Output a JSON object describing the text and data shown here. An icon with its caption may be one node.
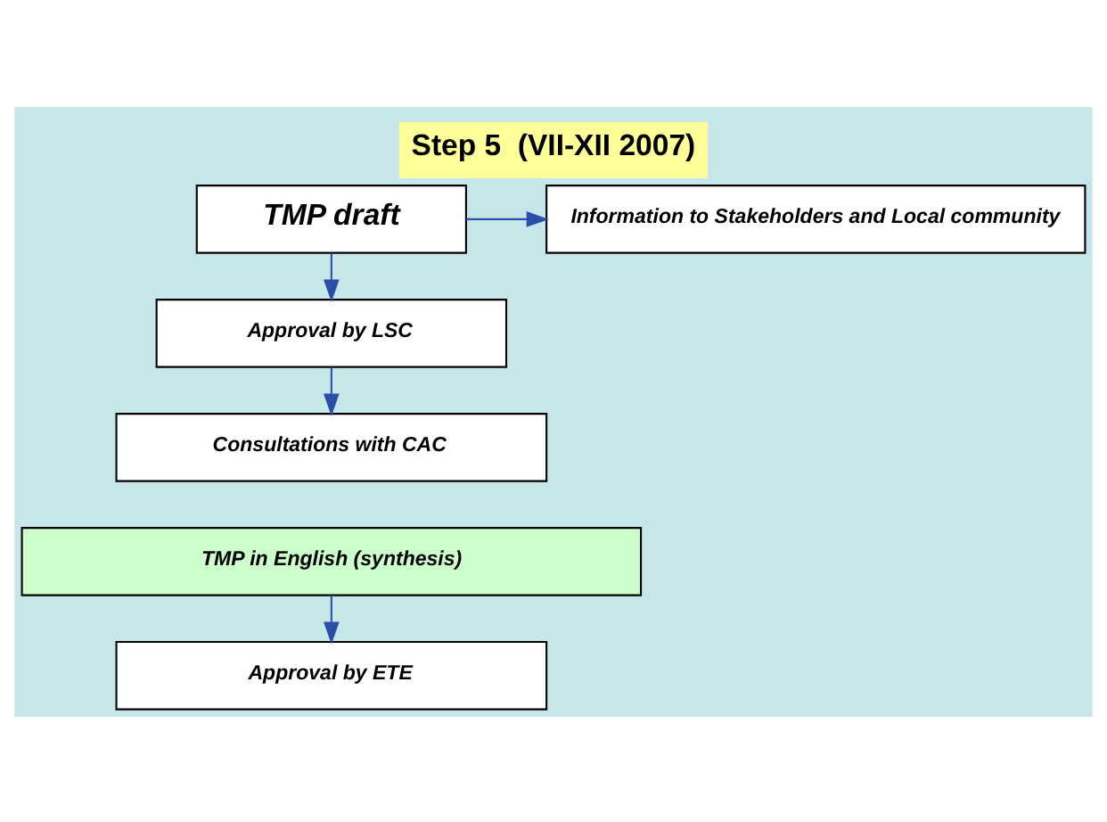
{
  "diagram": {
    "title": "Step 5  (VII-XII 2007)",
    "nodes": [
      {
        "text": [
          "TMP draft"
        ]
      },
      {
        "text": [
          "Information to Stakeholders and Local community"
        ]
      },
      {
        "text": [
          "Approval by LSC"
        ]
      },
      {
        "text": [
          "Consultations with CAC"
        ]
      },
      {
        "text": [
          "TMP in English (synthesis)"
        ]
      },
      {
        "text": [
          "Approval by ETE"
        ]
      }
    ],
    "edges": [
      {
        "from": 0,
        "to": 1,
        "arrow": "to"
      },
      {
        "from": 0,
        "to": 2,
        "arrow": "to"
      },
      {
        "from": 2,
        "to": 3,
        "arrow": "to"
      },
      {
        "from": 4,
        "to": 5,
        "arrow": "to"
      }
    ]
  }
}
